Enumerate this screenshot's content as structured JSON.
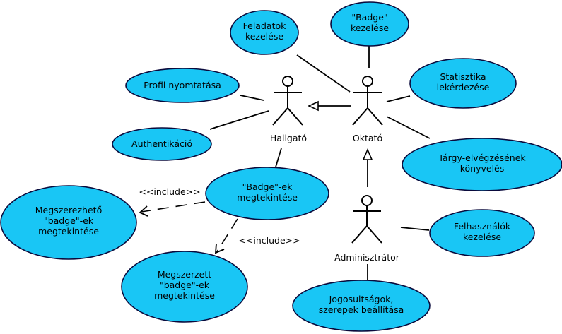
{
  "actors": {
    "hallgato": "Hallgató",
    "oktato": "Oktató",
    "adminisztrator": "Adminisztrátor"
  },
  "use_cases": {
    "feladatok": [
      "Feladatok",
      "kezelése"
    ],
    "badge_kezelese": [
      "\"Badge\"",
      "kezelése"
    ],
    "profil": [
      "Profil nyomtatása"
    ],
    "statisztika": [
      "Statisztika",
      "lekérdezése"
    ],
    "authentikacio": [
      "Authentikáció"
    ],
    "targy": [
      "Tárgy-elvégzésének",
      "könyvelés"
    ],
    "badge_ek": [
      "\"Badge\"-ek",
      "megtekintése"
    ],
    "megszerezheto": [
      "Megszerezhető",
      "\"badge\"-ek",
      "megtekintése"
    ],
    "felhasznalok": [
      "Felhasználók",
      "kezelése"
    ],
    "megszerzett": [
      "Megszerzett",
      "\"badge\"-ek",
      "megtekintése"
    ],
    "jogosultsagok": [
      "Jogosultságok,",
      "szerepek beállítása"
    ]
  },
  "relations": {
    "include_1": "<<include>>",
    "include_2": "<<include>>"
  }
}
